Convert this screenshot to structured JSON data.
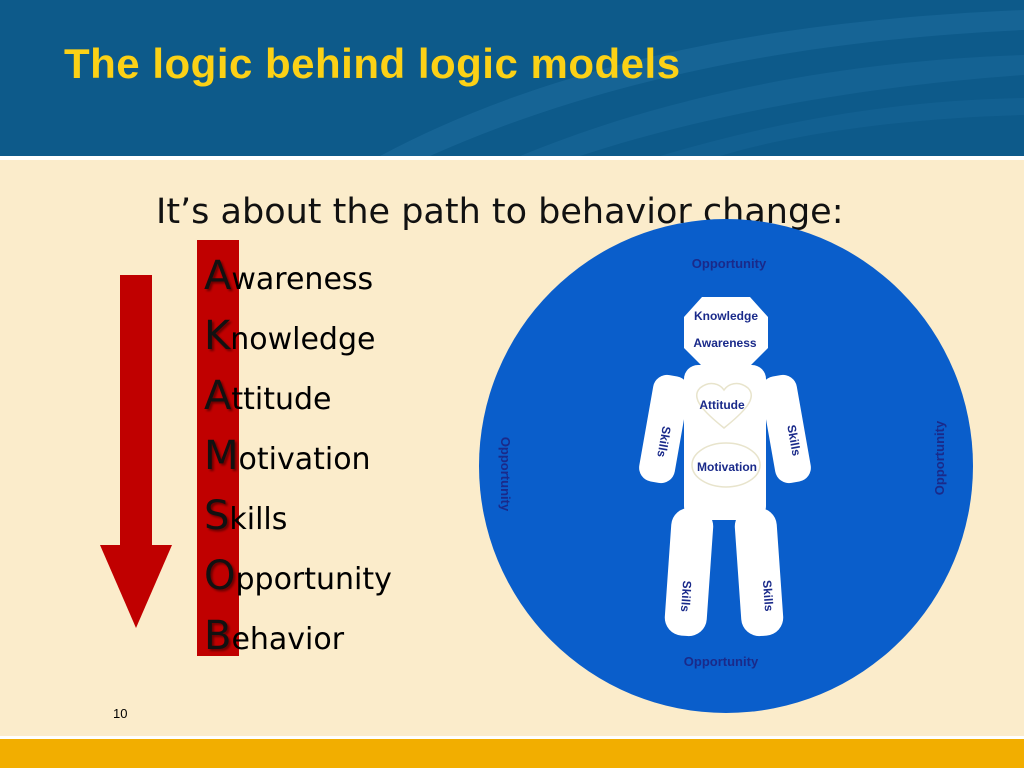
{
  "slide": {
    "title": "The logic behind logic models",
    "subtitle": "It’s about the path to behavior change:",
    "page_number": "10"
  },
  "acronym": [
    {
      "letter": "A",
      "rest": "wareness"
    },
    {
      "letter": "K",
      "rest": "nowledge"
    },
    {
      "letter": "A",
      "rest": "ttitude"
    },
    {
      "letter": "M",
      "rest": "otivation"
    },
    {
      "letter": "S",
      "rest": "kills"
    },
    {
      "letter": "O",
      "rest": "pportunity"
    },
    {
      "letter": "B",
      "rest": "ehavior"
    }
  ],
  "diagram": {
    "opportunity_top": "Opportunity",
    "opportunity_bottom": "Opportunity",
    "opportunity_left": "Opportunity",
    "opportunity_right": "Opportunity",
    "knowledge": "Knowledge",
    "awareness": "Awareness",
    "attitude": "Attitude",
    "motivation": "Motivation",
    "skills_left_arm": "Skills",
    "skills_right_arm": "Skills",
    "skills_left_leg": "Skills",
    "skills_right_leg": "Skills"
  },
  "colors": {
    "background": "#fbeccb",
    "header": "#0d5a8a",
    "title": "#fcd116",
    "red_bar": "#c00000",
    "circle": "#0a5ecb",
    "diagram_text": "#1a2a8a",
    "footer": "#f2ae00"
  }
}
